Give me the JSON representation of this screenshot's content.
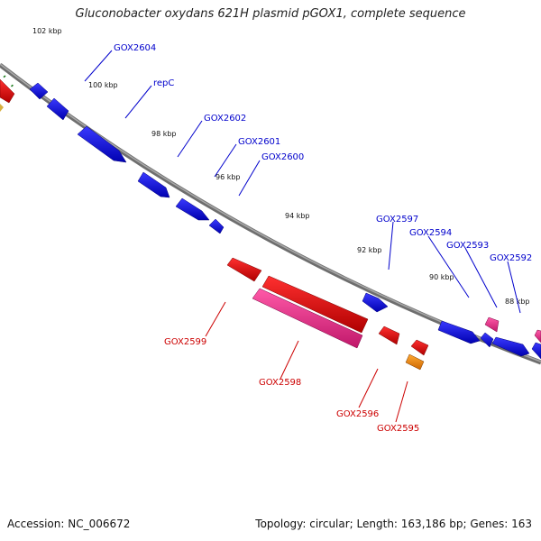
{
  "title": "Gluconobacter oxydans 621H plasmid pGOX1, complete sequence",
  "footer": {
    "accession": "Accession: NC_006672",
    "summary": "Topology: circular; Length: 163,186 bp; Genes: 163"
  },
  "colors": {
    "forward": "#1010ff",
    "reverse": "#ee0000",
    "pink": "#ee2a8c",
    "orange": "#ff8800",
    "backbone": "#7f7f7f",
    "ticks": "#1a7a1a",
    "label_forward": "#0000cc",
    "label_reverse": "#cc0000"
  },
  "kbp_labels": [
    {
      "text": "102 kbp",
      "angle": 248
    },
    {
      "text": "100 kbp",
      "angle": 244
    },
    {
      "text": "98 kbp",
      "angle": 233
    },
    {
      "text": "96 kbp",
      "angle": 224
    },
    {
      "text": "94 kbp",
      "angle": 205
    },
    {
      "text": "92 kbp",
      "angle": 194
    },
    {
      "text": "90 kbp",
      "angle": 183
    },
    {
      "text": "88 kbp",
      "angle": 172
    }
  ],
  "gene_labels": [
    {
      "text": "GOX2604",
      "strand": "forward"
    },
    {
      "text": "repC",
      "strand": "forward"
    },
    {
      "text": "GOX2602",
      "strand": "forward"
    },
    {
      "text": "GOX2601",
      "strand": "forward"
    },
    {
      "text": "GOX2600",
      "strand": "forward"
    },
    {
      "text": "GOX2597",
      "strand": "forward"
    },
    {
      "text": "GOX2594",
      "strand": "forward"
    },
    {
      "text": "GOX2593",
      "strand": "forward"
    },
    {
      "text": "GOX2592",
      "strand": "forward"
    },
    {
      "text": "GOX2599",
      "strand": "reverse"
    },
    {
      "text": "GOX2598",
      "strand": "reverse"
    },
    {
      "text": "GOX2596",
      "strand": "reverse"
    },
    {
      "text": "GOX2595",
      "strand": "reverse"
    }
  ]
}
